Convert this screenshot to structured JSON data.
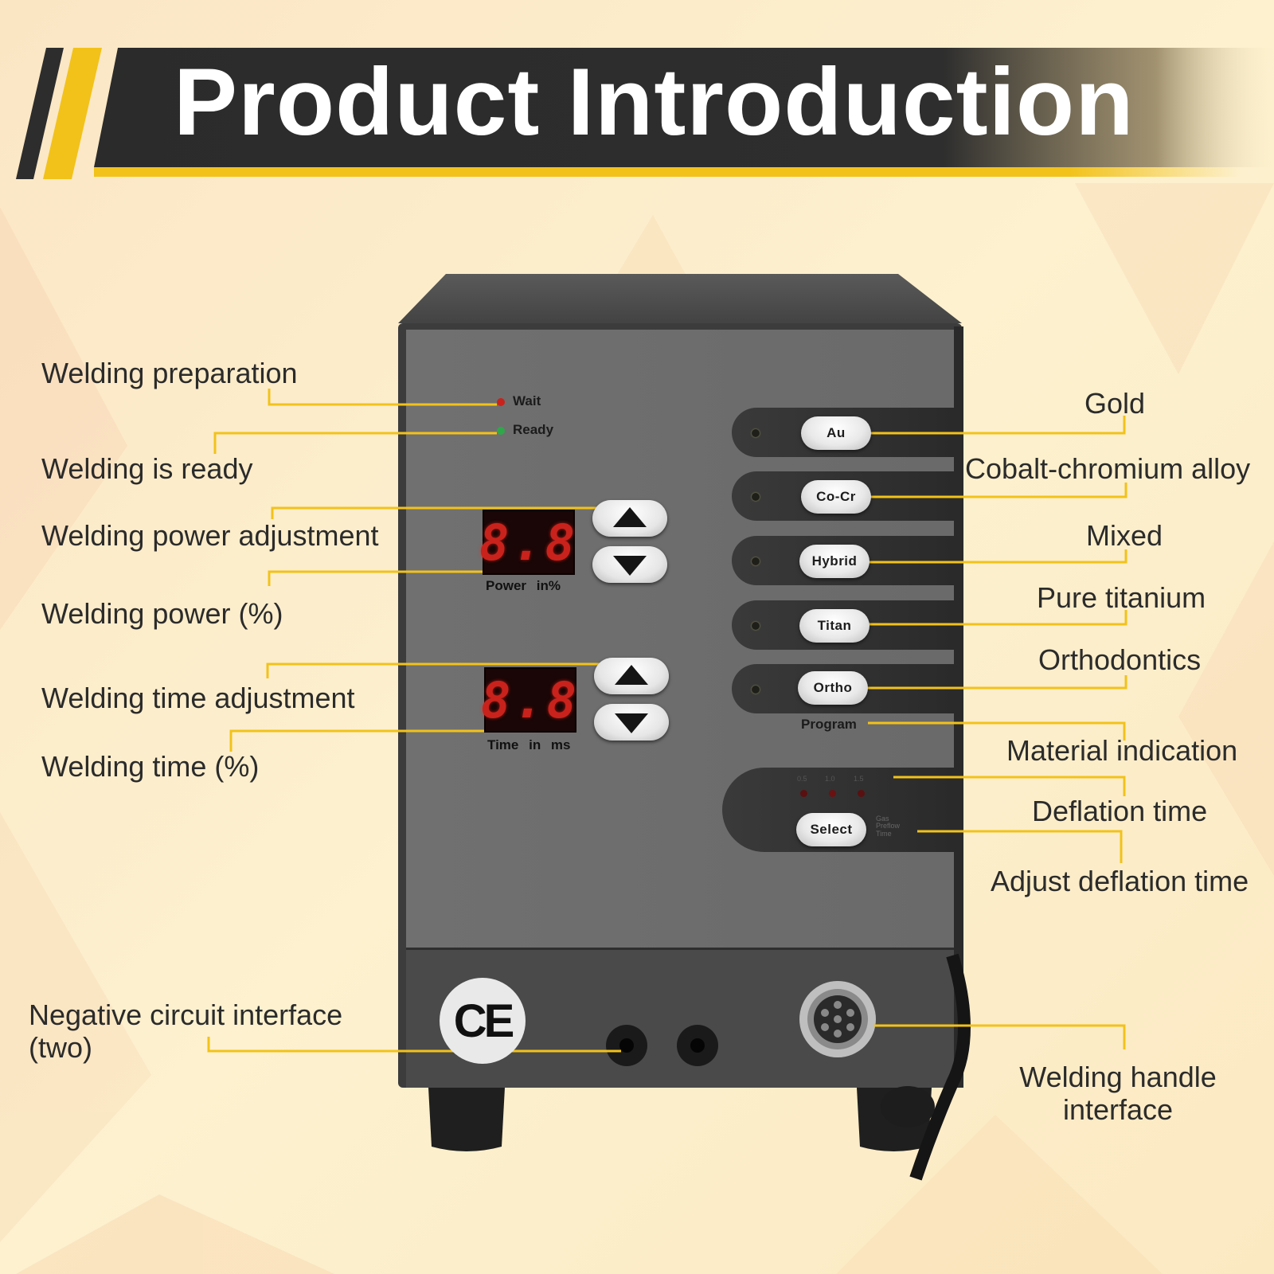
{
  "header": {
    "title": "Product Introduction"
  },
  "labels_left": {
    "welding_preparation": "Welding preparation",
    "welding_ready": "Welding is ready",
    "power_adjustment": "Welding power adjustment",
    "power_percent": "Welding power (%)",
    "time_adjustment": "Welding time adjustment",
    "time_percent": "Welding time (%)",
    "negative_line1": "Negative circuit interface",
    "negative_line2": "(two)"
  },
  "labels_right": {
    "gold": "Gold",
    "cobalt": "Cobalt-chromium alloy",
    "mixed": "Mixed",
    "titanium": "Pure titanium",
    "orthodontics": "Orthodontics",
    "material_indication": "Material indication",
    "deflation_time": "Deflation time",
    "adjust_deflation": "Adjust deflation time",
    "handle_line1": "Welding handle",
    "handle_line2": "interface"
  },
  "device": {
    "status": {
      "wait": "Wait",
      "ready": "Ready"
    },
    "power_display": {
      "value": "8.8",
      "label": "Power in%"
    },
    "time_display": {
      "value": "8.8",
      "label": "Time in ms"
    },
    "programs": [
      "Au",
      "Co-Cr",
      "Hybrid",
      "Titan",
      "Ortho"
    ],
    "program_label": "Program",
    "gas_scale": [
      "0.5",
      "1.0",
      "1.5"
    ],
    "select_label": "Select",
    "gas_note": [
      "Gas",
      "Preflow",
      "Time"
    ],
    "ce_mark": "CE"
  },
  "colors": {
    "accent_yellow": "#f2c21a",
    "header_dark": "#2d2d2d",
    "panel_gray": "#6e6e6e",
    "led_red": "#c9221c",
    "led_green": "#2fa84a"
  }
}
